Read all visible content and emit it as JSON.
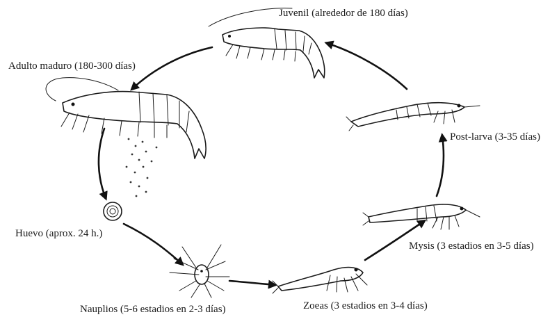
{
  "stages": {
    "juvenil": "Juvenil (alrededor de 180 días)",
    "adulto": "Adulto maduro (180-300 días)",
    "huevo": "Huevo (aprox. 24 h.)",
    "nauplios": "Nauplios (5-6 estadios en 2-3 días)",
    "zoeas": "Zoeas (3 estadios en 3-4 días)",
    "mysis": "Mysis (3 estadios en 3-5 días)",
    "postlarva": "Post-larva (3-35 días)"
  }
}
